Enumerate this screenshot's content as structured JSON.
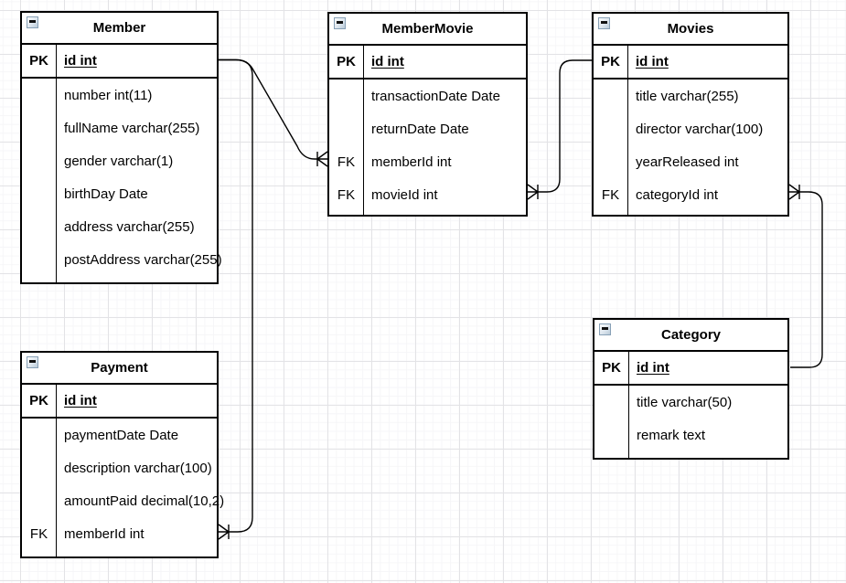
{
  "diagram": {
    "kind": "entity-relationship-diagram",
    "stroke_color": "#000000",
    "grid_major_color": "#e3e3e6",
    "grid_minor_color": "#f6f6f8",
    "collapse_icon": "minus-square-icon",
    "tables": {
      "member": {
        "title": "Member",
        "pk": {
          "key": "PK",
          "field": "id int"
        },
        "rows": [
          {
            "key": "",
            "label": "number int(11)"
          },
          {
            "key": "",
            "label": "fullName varchar(255)"
          },
          {
            "key": "",
            "label": "gender varchar(1)"
          },
          {
            "key": "",
            "label": "birthDay Date"
          },
          {
            "key": "",
            "label": "address varchar(255)"
          },
          {
            "key": "",
            "label": "postAddress varchar(255)"
          }
        ]
      },
      "membermovie": {
        "title": "MemberMovie",
        "pk": {
          "key": "PK",
          "field": "id int"
        },
        "rows": [
          {
            "key": "",
            "label": "transactionDate Date"
          },
          {
            "key": "",
            "label": "returnDate Date"
          },
          {
            "key": "FK",
            "label": "memberId int"
          },
          {
            "key": "FK",
            "label": "movieId int"
          }
        ]
      },
      "movies": {
        "title": "Movies",
        "pk": {
          "key": "PK",
          "field": "id int"
        },
        "rows": [
          {
            "key": "",
            "label": "title varchar(255)"
          },
          {
            "key": "",
            "label": "director varchar(100)"
          },
          {
            "key": "",
            "label": "yearReleased int"
          },
          {
            "key": "FK",
            "label": "categoryId int"
          }
        ]
      },
      "payment": {
        "title": "Payment",
        "pk": {
          "key": "PK",
          "field": "id int"
        },
        "rows": [
          {
            "key": "",
            "label": "paymentDate Date"
          },
          {
            "key": "",
            "label": "description varchar(100)"
          },
          {
            "key": "",
            "label": "amountPaid decimal(10,2)"
          },
          {
            "key": "FK",
            "label": "memberId int"
          }
        ]
      },
      "category": {
        "title": "Category",
        "pk": {
          "key": "PK",
          "field": "id int"
        },
        "rows": [
          {
            "key": "",
            "label": "title varchar(50)"
          },
          {
            "key": "",
            "label": "remark text"
          }
        ]
      }
    },
    "relationships": [
      {
        "from": "Member.id",
        "to": "MemberMovie.memberId",
        "marker_at_to": "crow-foot-with-bar"
      },
      {
        "from": "Member.id",
        "to": "Payment.memberId",
        "marker_at_to": "crow-foot-with-bar"
      },
      {
        "from": "MemberMovie.movieId",
        "to": "Movies.id",
        "marker_at_from": "crow-foot-with-bar"
      },
      {
        "from": "Movies.categoryId",
        "to": "Category.id",
        "marker_at_from": "crow-foot-with-bar"
      }
    ]
  }
}
